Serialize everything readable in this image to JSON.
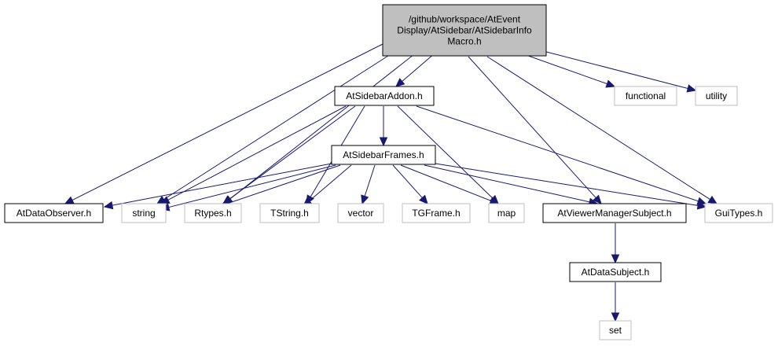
{
  "graph": {
    "colors": {
      "edge": "#191970",
      "root_fill": "#bfbfbf",
      "internal_border": "#000000",
      "external_border": "#bfbfbf"
    },
    "nodes": [
      {
        "id": "root",
        "kind": "root",
        "lines": [
          "/github/workspace/AtEvent",
          "Display/AtSidebar/AtSidebarInfo",
          "Macro.h"
        ]
      },
      {
        "id": "addon",
        "kind": "internal",
        "lines": [
          "AtSidebarAddon.h"
        ]
      },
      {
        "id": "functional",
        "kind": "external",
        "lines": [
          "functional"
        ]
      },
      {
        "id": "utility",
        "kind": "external",
        "lines": [
          "utility"
        ]
      },
      {
        "id": "frames",
        "kind": "internal",
        "lines": [
          "AtSidebarFrames.h"
        ]
      },
      {
        "id": "observer",
        "kind": "internal",
        "lines": [
          "AtDataObserver.h"
        ]
      },
      {
        "id": "string",
        "kind": "external",
        "lines": [
          "string"
        ]
      },
      {
        "id": "rtypes",
        "kind": "external",
        "lines": [
          "Rtypes.h"
        ]
      },
      {
        "id": "tstring",
        "kind": "external",
        "lines": [
          "TString.h"
        ]
      },
      {
        "id": "vector",
        "kind": "external",
        "lines": [
          "vector"
        ]
      },
      {
        "id": "tgframe",
        "kind": "external",
        "lines": [
          "TGFrame.h"
        ]
      },
      {
        "id": "map",
        "kind": "external",
        "lines": [
          "map"
        ]
      },
      {
        "id": "viewer",
        "kind": "internal",
        "lines": [
          "AtViewerManagerSubject.h"
        ]
      },
      {
        "id": "guitypes",
        "kind": "external",
        "lines": [
          "GuiTypes.h"
        ]
      },
      {
        "id": "subject",
        "kind": "internal",
        "lines": [
          "AtDataSubject.h"
        ]
      },
      {
        "id": "set",
        "kind": "external",
        "lines": [
          "set"
        ]
      }
    ],
    "edges": [
      [
        "root",
        "addon"
      ],
      [
        "root",
        "functional"
      ],
      [
        "root",
        "utility"
      ],
      [
        "root",
        "observer"
      ],
      [
        "root",
        "string"
      ],
      [
        "root",
        "rtypes"
      ],
      [
        "root",
        "viewer"
      ],
      [
        "root",
        "guitypes"
      ],
      [
        "addon",
        "frames"
      ],
      [
        "addon",
        "string"
      ],
      [
        "addon",
        "rtypes"
      ],
      [
        "addon",
        "tstring"
      ],
      [
        "addon",
        "map"
      ],
      [
        "addon",
        "guitypes"
      ],
      [
        "frames",
        "observer"
      ],
      [
        "frames",
        "string"
      ],
      [
        "frames",
        "rtypes"
      ],
      [
        "frames",
        "tstring"
      ],
      [
        "frames",
        "vector"
      ],
      [
        "frames",
        "tgframe"
      ],
      [
        "frames",
        "map"
      ],
      [
        "frames",
        "viewer"
      ],
      [
        "frames",
        "guitypes"
      ],
      [
        "viewer",
        "subject"
      ],
      [
        "subject",
        "set"
      ]
    ]
  }
}
